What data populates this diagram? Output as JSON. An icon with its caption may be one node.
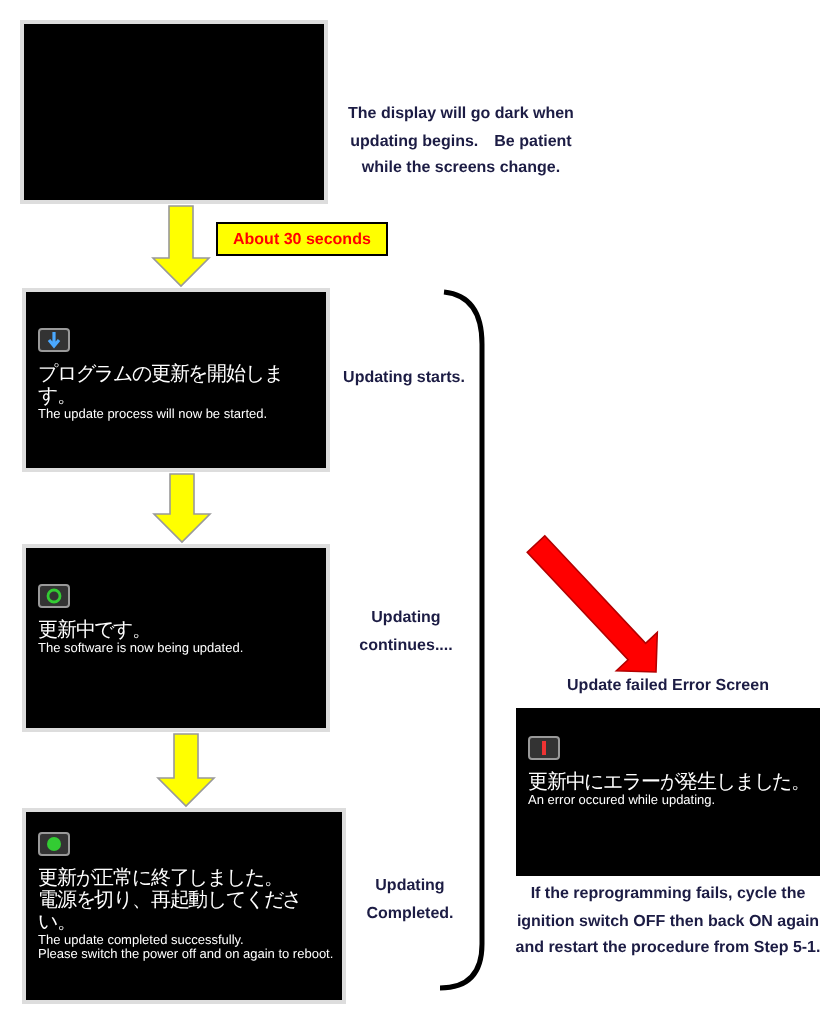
{
  "diagram": {
    "nodes": [
      {
        "text": [],
        "shape": "box",
        "beside": [
          "The display will go dark when updating begins.　Be patient while the screens change."
        ]
      },
      {
        "text": [
          "プログラムの更新を開始します。",
          "The update process will now be started."
        ],
        "beside": [
          "Updating starts."
        ]
      },
      {
        "text": [
          "更新中です。",
          "The software is now being updated."
        ],
        "beside": [
          "Updating continues...."
        ]
      },
      {
        "text": [
          "更新が正常に終了しました。",
          "電源を切り、再起動してください。",
          "The update completed successfully.",
          "Please switch the power off and on again to reboot."
        ],
        "beside": [
          "Updating Completed."
        ]
      },
      {
        "text": [
          "Update failed Error Screen",
          "更新中にエラーが発生しました。",
          "An error occured while updating."
        ],
        "beside": [
          "If the reprogramming fails, cycle the ignition switch OFF then back ON again and restart the procedure from Step 5-1."
        ]
      }
    ],
    "edges": [
      {
        "from": 0,
        "to": 1,
        "arrow": "to",
        "label": "About 30 seconds"
      },
      {
        "from": 1,
        "to": 2,
        "arrow": "to"
      },
      {
        "from": 2,
        "to": 3,
        "arrow": "to"
      },
      {
        "from": null,
        "to": 4,
        "arrow": "to",
        "color": "#ff0000"
      }
    ]
  }
}
